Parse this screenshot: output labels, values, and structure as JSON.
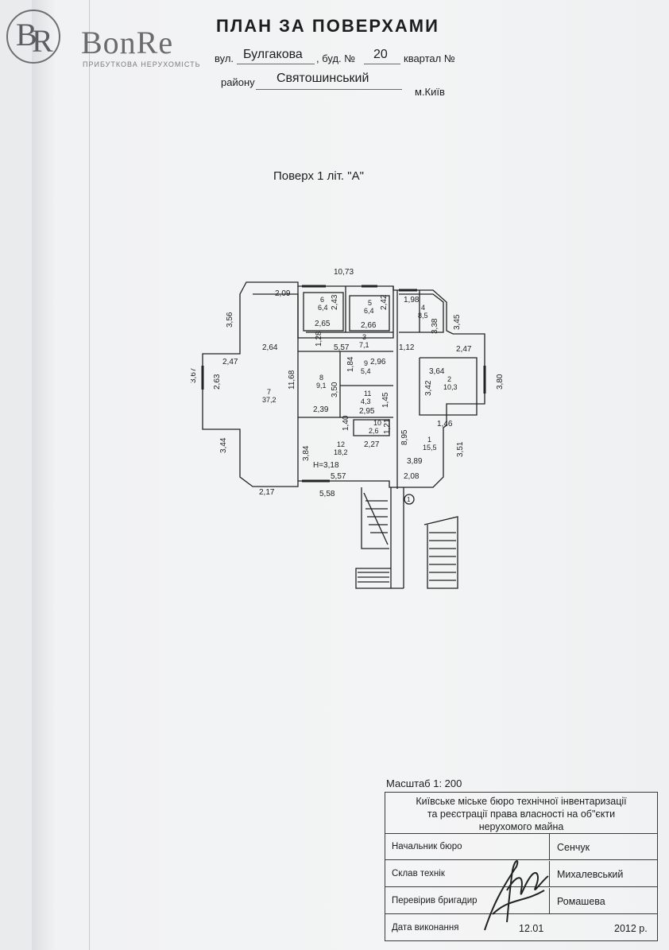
{
  "brand": {
    "logo_letters": "BR",
    "name": "BonRe",
    "tagline": "прибуткова нерухомість"
  },
  "header": {
    "title": "ПЛАН ЗА ПОВЕРХАМИ",
    "street_label": "вул.",
    "street": "Булгакова",
    "building_label": ", буд. №",
    "building": "20",
    "block_label": "квартал №",
    "district_label": "району",
    "district": "Святошинський",
    "city": "м.Київ"
  },
  "floor_title": "Поверх  1 літ. \"А\"",
  "plan": {
    "total_width": "10,73",
    "rooms": [
      {
        "no": "6",
        "area": "6,4"
      },
      {
        "no": "5",
        "area": "6,4"
      },
      {
        "no": "4",
        "area": "8,5"
      },
      {
        "no": "3",
        "area": "7,1"
      },
      {
        "no": "9",
        "area": "5,4"
      },
      {
        "no": "8",
        "area": "9,1"
      },
      {
        "no": "7",
        "area": "37,2"
      },
      {
        "no": "2",
        "area": "10,3"
      },
      {
        "no": "11",
        "area": "4,3"
      },
      {
        "no": "10",
        "area": "2,6"
      },
      {
        "no": "12",
        "area": "18,2"
      },
      {
        "no": "1",
        "area": "15,5"
      }
    ],
    "dims": [
      "2,09",
      "2,43",
      "2,42",
      "1,98",
      "3,56",
      "2,65",
      "2,66",
      "3,38",
      "3,45",
      "2,64",
      "1,28",
      "5,57",
      "1,12",
      "2,47",
      "2,47",
      "1,84",
      "2,96",
      "3,64",
      "3,67",
      "2,63",
      "11,68",
      "3,50",
      "3,42",
      "3,80",
      "1,45",
      "2,39",
      "2,95",
      "8,95",
      "1,46",
      "1,40",
      "1,21",
      "3,44",
      "3,84",
      "2,27",
      "3,51",
      "3,89",
      "5,57",
      "2,08",
      "2,17",
      "5,58"
    ],
    "height": "H=3,18",
    "marker": "1"
  },
  "scale": "Масштаб 1: 200",
  "stamp": {
    "org_line1": "Київське міське бюро технічної інвентаризації",
    "org_line2": "та реєстрації права власності на об\"єкти",
    "org_line3": "нерухомого майна",
    "rows": [
      {
        "label": "Начальник бюро",
        "value": "Сенчук"
      },
      {
        "label": "Склав технік",
        "value": "Михалевський"
      },
      {
        "label": "Перевірив бригадир",
        "value": "Ромашева"
      },
      {
        "label": "Дата виконання",
        "value": "12.01",
        "year": "2012 р."
      }
    ]
  }
}
